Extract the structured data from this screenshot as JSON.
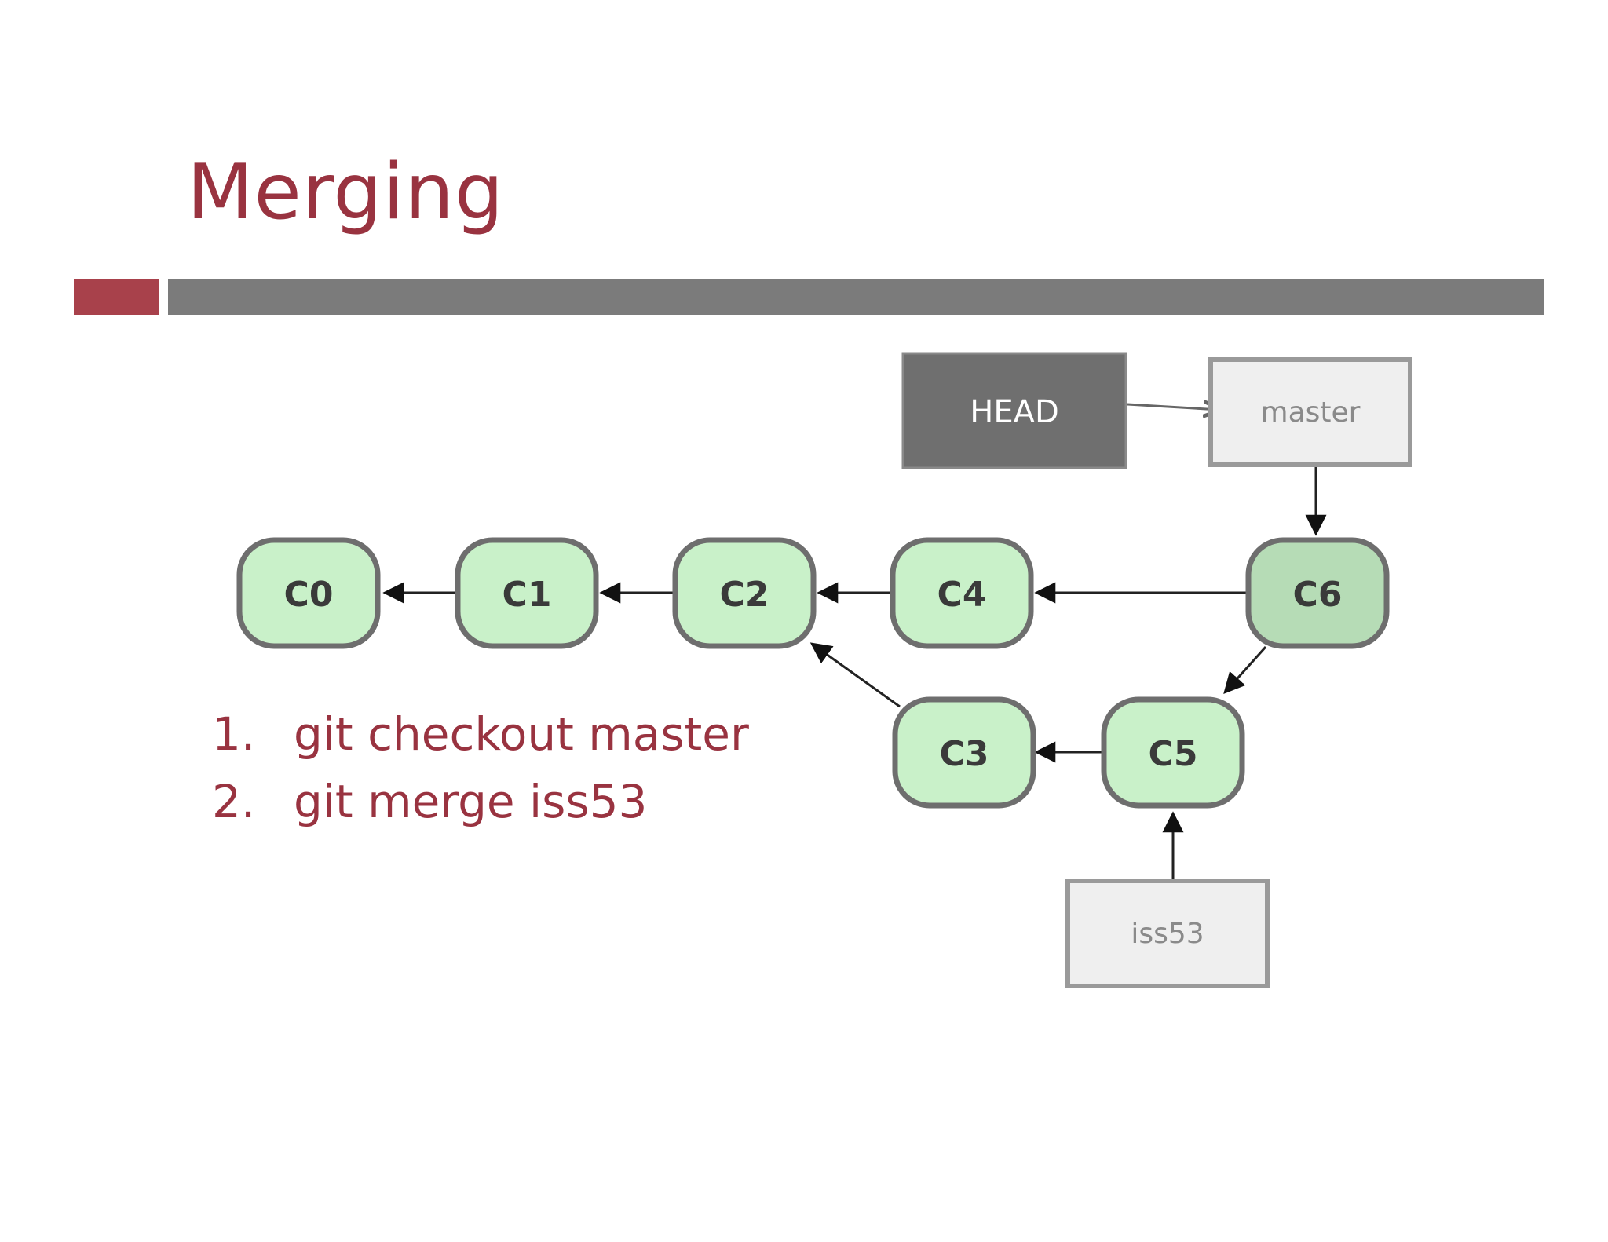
{
  "slide": {
    "title": "Merging",
    "steps": [
      {
        "num": "1.",
        "text": "git checkout master"
      },
      {
        "num": "2.",
        "text": "git merge iss53"
      }
    ]
  },
  "diagram": {
    "commits": {
      "c0": "C0",
      "c1": "C1",
      "c2": "C2",
      "c3": "C3",
      "c4": "C4",
      "c5": "C5",
      "c6": "C6"
    },
    "refs": {
      "head": "HEAD",
      "master": "master",
      "iss53": "iss53"
    }
  },
  "colors": {
    "accent": "#993340",
    "commit_fill": "#c9f1c9",
    "merge_commit_fill": "#b6dcb6",
    "head_fill": "#6f6f6f",
    "ref_fill": "#efefef"
  }
}
